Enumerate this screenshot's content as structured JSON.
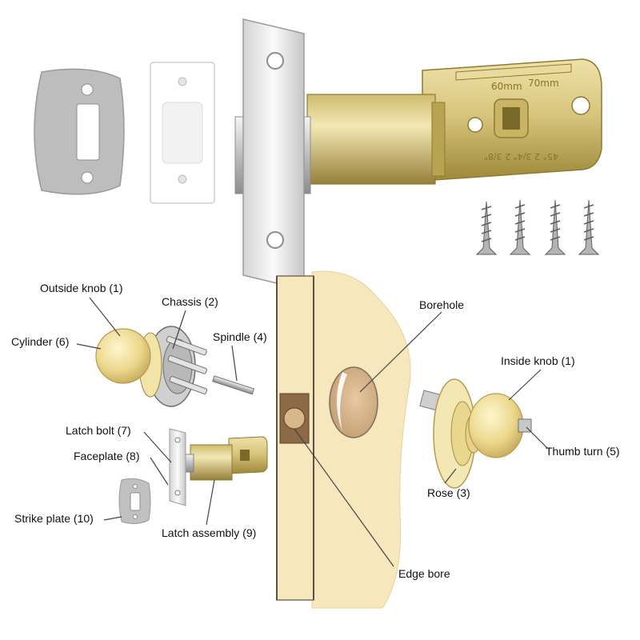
{
  "labels": {
    "outside_knob": "Outside knob (1)",
    "chassis": "Chassis (2)",
    "cylinder": "Cylinder (6)",
    "spindle": "Spindle (4)",
    "borehole": "Borehole",
    "inside_knob": "Inside knob (1)",
    "latch_bolt": "Latch bolt (7)",
    "faceplate": "Faceplate (8)",
    "thumb_turn": "Thumb turn (5)",
    "strike_plate": "Strike plate (10)",
    "rose": "Rose (3)",
    "latch_assembly": "Latch assembly (9)",
    "edge_bore": "Edge bore"
  },
  "latch_markings": {
    "backset_1": "60mm",
    "backset_2": "70mm",
    "stamp": "45° 2 3/4\" 2 3/8\""
  },
  "colors": {
    "brass": "#d8c67e",
    "brass_dark": "#a58f3f",
    "chrome": "#e6e6e6",
    "wood": "#f6e7bc",
    "leader": "#444444"
  }
}
